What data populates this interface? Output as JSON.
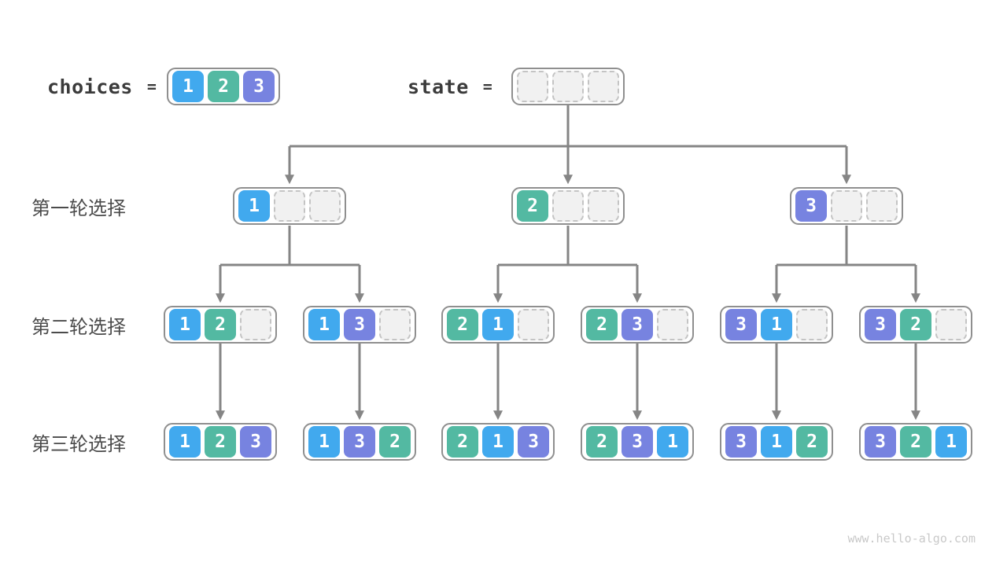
{
  "header": {
    "choices_label": "choices",
    "choices_equals": "=",
    "state_label": "state",
    "state_equals": "=",
    "choices": [
      1,
      2,
      3
    ],
    "state": [
      null,
      null,
      null
    ]
  },
  "rows": [
    {
      "label": "第一轮选择",
      "boxes": [
        [
          1,
          null,
          null
        ],
        [
          2,
          null,
          null
        ],
        [
          3,
          null,
          null
        ]
      ]
    },
    {
      "label": "第二轮选择",
      "boxes": [
        [
          1,
          2,
          null
        ],
        [
          1,
          3,
          null
        ],
        [
          2,
          1,
          null
        ],
        [
          2,
          3,
          null
        ],
        [
          3,
          1,
          null
        ],
        [
          3,
          2,
          null
        ]
      ]
    },
    {
      "label": "第三轮选择",
      "boxes": [
        [
          1,
          2,
          3
        ],
        [
          1,
          3,
          2
        ],
        [
          2,
          1,
          3
        ],
        [
          2,
          3,
          1
        ],
        [
          3,
          1,
          2
        ],
        [
          3,
          2,
          1
        ]
      ]
    }
  ],
  "colors": {
    "v1": "#41a9ee",
    "v2": "#53b9a2",
    "v3": "#7783e0",
    "arrow": "#858585",
    "box_border": "#8f8f8f",
    "empty_fill": "#f1f1f1",
    "empty_border": "#c4c4c4",
    "text": "#3b3b3b",
    "watermark": "#c9c9c9"
  },
  "watermark": "www.hello-algo.com"
}
